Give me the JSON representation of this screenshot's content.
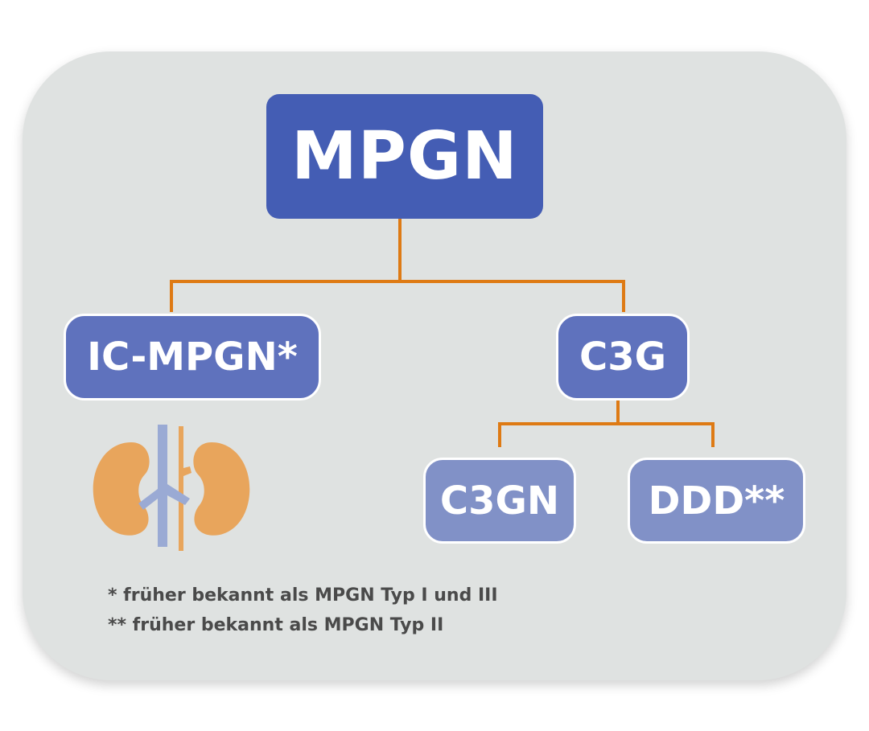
{
  "diagram": {
    "root": {
      "label": "MPGN"
    },
    "children": [
      {
        "label": "IC-MPGN*"
      },
      {
        "label": "C3G"
      }
    ],
    "grandchildren": [
      {
        "label": "C3GN"
      },
      {
        "label": "DDD**"
      }
    ]
  },
  "footnotes": [
    "* früher bekannt als MPGN Typ I und III",
    "** früher bekannt als MPGN Typ II"
  ],
  "colors": {
    "background_panel": "#dfe2e1",
    "root_box": "#445db4",
    "level1_box": "#5f72bd",
    "level2_box": "#8191c7",
    "connector": "#de7a14",
    "kidney": "#e8a55c",
    "vessel": "#9aaad4",
    "footnote_text": "#4a4a4a"
  },
  "icons": {
    "kidney_illustration": "kidneys-icon"
  }
}
